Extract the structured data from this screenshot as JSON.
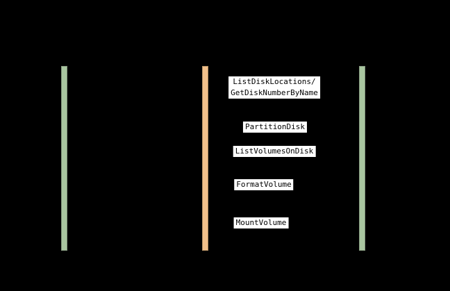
{
  "diagram": {
    "type": "sequence",
    "background_color": "#000000",
    "colors": {
      "left_activation_bar": "#a9c6a0",
      "middle_activation_bar": "#f2c08a",
      "right_activation_bar": "#a9c6a0",
      "label_background": "#ffffff",
      "label_text": "#000000"
    },
    "lifelines": [
      {
        "id": "left",
        "color": "#a9c6a0"
      },
      {
        "id": "middle",
        "color": "#f2c08a"
      },
      {
        "id": "right",
        "color": "#a9c6a0"
      }
    ],
    "messages": [
      {
        "label": "ListDiskLocations/\nGetDiskNumberByName"
      },
      {
        "label": "PartitionDisk"
      },
      {
        "label": "ListVolumesOnDisk"
      },
      {
        "label": "FormatVolume"
      },
      {
        "label": "MountVolume"
      }
    ]
  }
}
